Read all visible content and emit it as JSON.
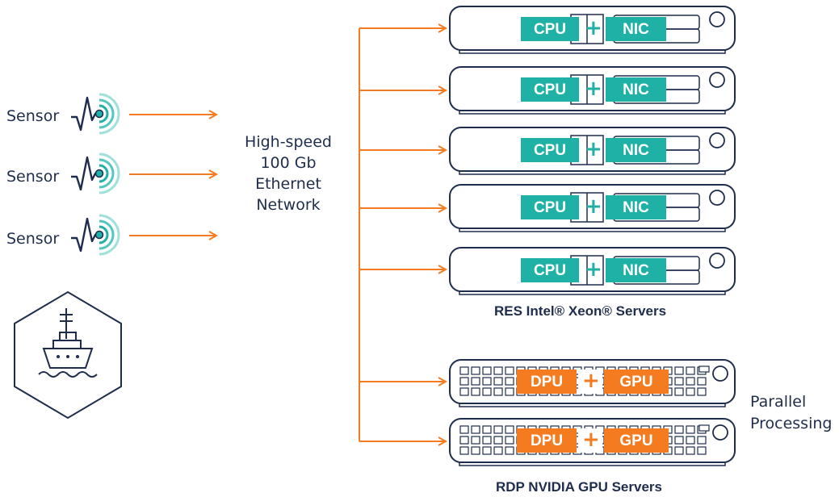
{
  "sensors": [
    {
      "label": "Sensor"
    },
    {
      "label": "Sensor"
    },
    {
      "label": "Sensor"
    }
  ],
  "network": {
    "lines": [
      "High-speed",
      "100 Gb",
      "Ethernet",
      "Network"
    ]
  },
  "cpu_servers": {
    "title": "RES Intel® Xeon® Servers",
    "units": [
      {
        "left": "CPU",
        "right": "NIC",
        "joiner": "+"
      },
      {
        "left": "CPU",
        "right": "NIC",
        "joiner": "+"
      },
      {
        "left": "CPU",
        "right": "NIC",
        "joiner": "+"
      },
      {
        "left": "CPU",
        "right": "NIC",
        "joiner": "+"
      },
      {
        "left": "CPU",
        "right": "NIC",
        "joiner": "+"
      }
    ]
  },
  "gpu_servers": {
    "title": "RDP NVIDIA GPU Servers",
    "side_label": [
      "Parallel",
      "Processing"
    ],
    "units": [
      {
        "left": "DPU",
        "right": "GPU",
        "joiner": "+"
      },
      {
        "left": "DPU",
        "right": "GPU",
        "joiner": "+"
      }
    ]
  },
  "ship_icon": "ship-icon",
  "colors": {
    "teal": "#1fb1a6",
    "teal_light": "#9fe0da",
    "orange": "#f47b20",
    "navy": "#1f2d4d"
  }
}
